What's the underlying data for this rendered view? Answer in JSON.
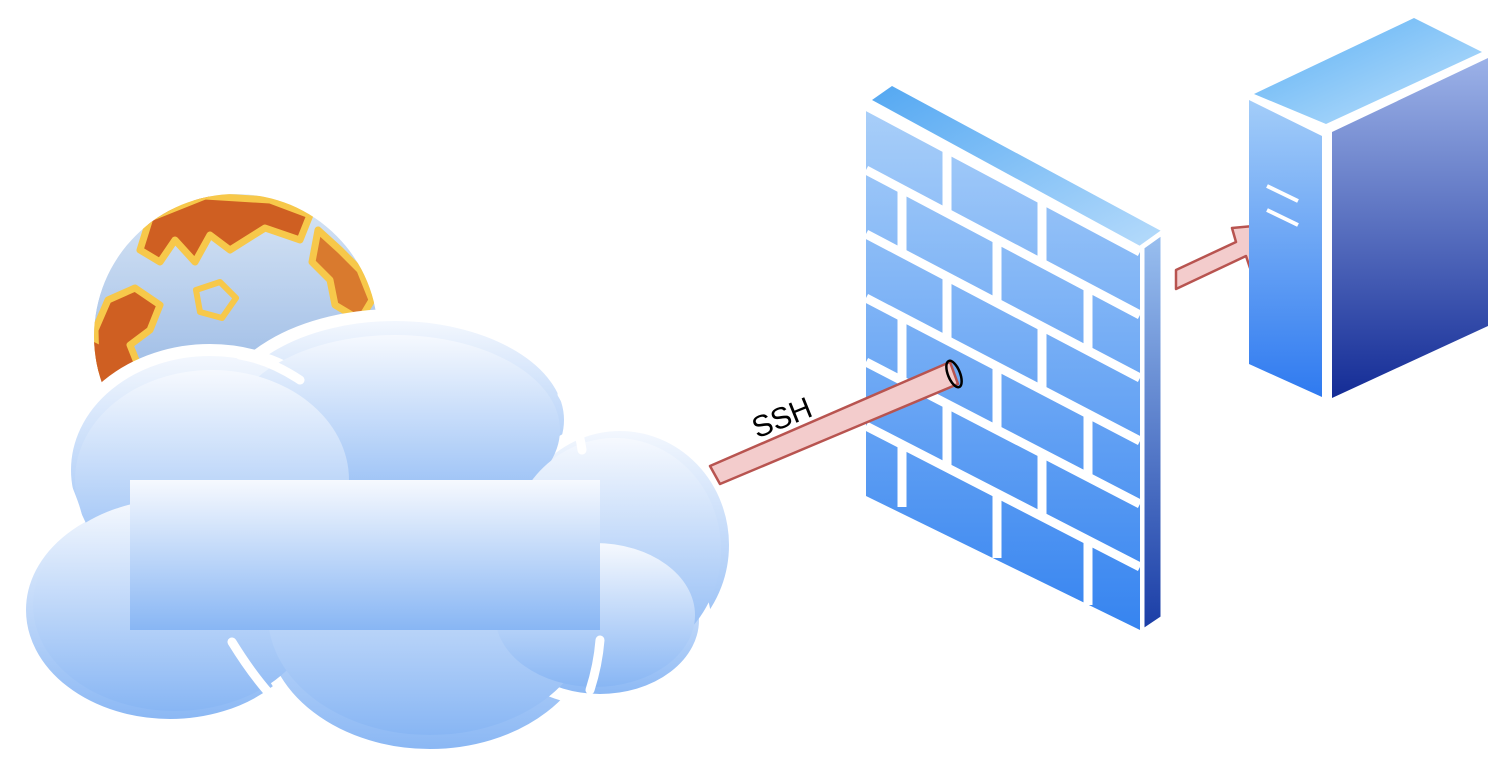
{
  "diagram": {
    "connection_label": "SSH",
    "nodes": [
      {
        "id": "internet",
        "icon": "globe-cloud-icon"
      },
      {
        "id": "firewall",
        "icon": "brick-firewall-icon"
      },
      {
        "id": "server",
        "icon": "tower-server-icon"
      }
    ],
    "edges": [
      {
        "from": "internet",
        "to": "firewall",
        "label": "SSH",
        "style": "tunnel-arrow"
      },
      {
        "from": "firewall",
        "to": "server",
        "style": "arrow"
      }
    ]
  },
  "colors": {
    "globe_ocean": "#9bb8e0",
    "globe_land": "#cf5f22",
    "globe_coast": "#f7c84a",
    "cloud_top": "#f4f8fe",
    "cloud_bottom": "#8ab8f4",
    "firewall_light": "#a7cdf9",
    "firewall_dark": "#3a86f0",
    "server_light": "#a8d4fb",
    "server_dark": "#1c3ba3",
    "arrow_fill": "#f3cccc",
    "arrow_stroke": "#b85450"
  }
}
